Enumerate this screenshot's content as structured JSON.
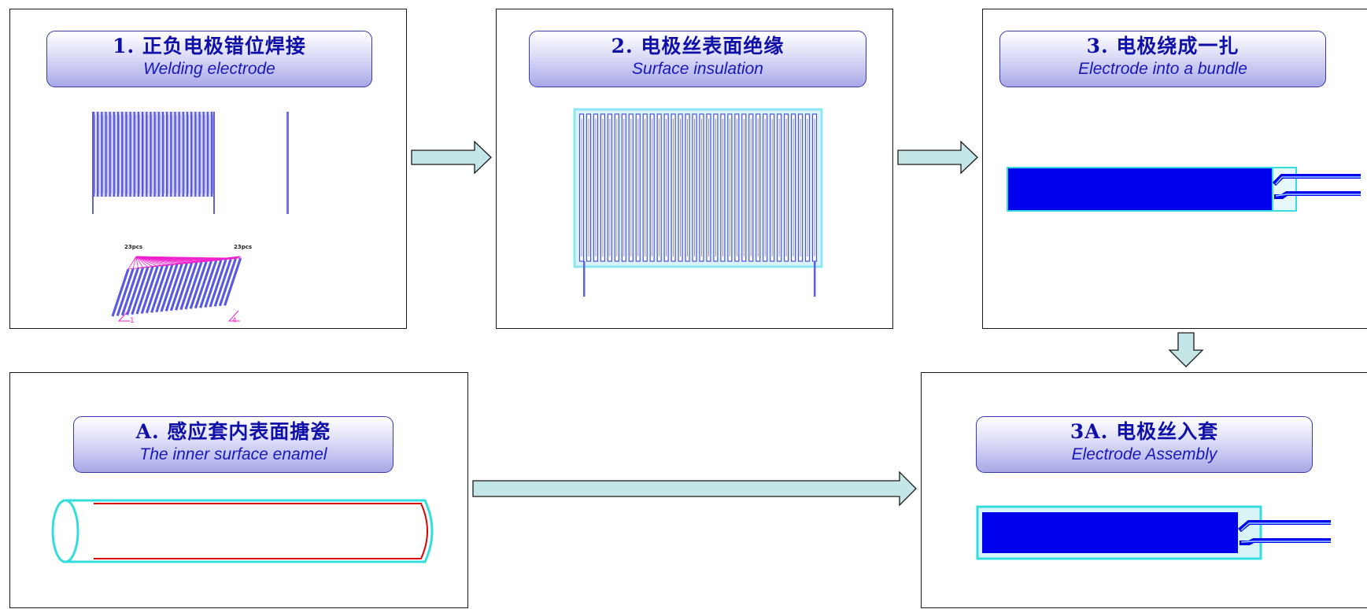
{
  "steps": {
    "s1": {
      "cn": "1. 正负电极错位焊接",
      "en": "Welding electrode",
      "left_count": "23pcs",
      "right_count": "23pcs",
      "mark_left": "1",
      "mark_right": "4"
    },
    "s2": {
      "cn": "2. 电极丝表面绝缘",
      "en": "Surface insulation"
    },
    "s3": {
      "cn": "3. 电极绕成一扎",
      "en": "Electrode into a bundle"
    },
    "sA": {
      "cn": "A. 感应套内表面搪瓷",
      "en": "The inner surface enamel"
    },
    "s3A": {
      "cn": "3A. 电极丝入套",
      "en": "Electrode Assembly"
    }
  },
  "colors": {
    "title_text": "#1010a8",
    "electrode": "#6464e0",
    "insulation": "#8ee6f0",
    "bundle": "#0000ee",
    "enamel_line": "#dd0000",
    "tube": "#33dddd",
    "wire_fan": "#ee22cc",
    "arrow_fill": "#c4e6e6"
  }
}
